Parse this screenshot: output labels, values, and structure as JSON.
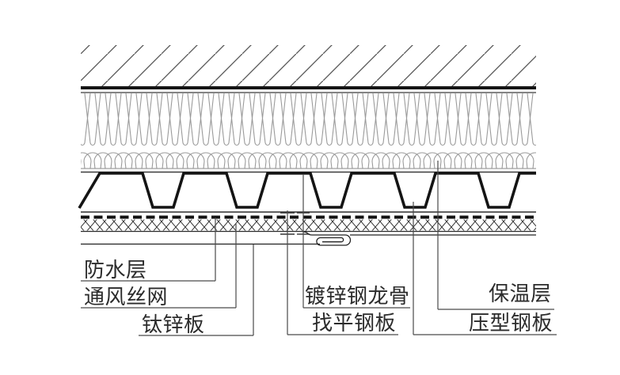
{
  "diagram": {
    "type": "construction-section-detail",
    "labels": {
      "waterproof": "防水层",
      "vent_mesh": "通风丝网",
      "zinc_panel": "钛锌板",
      "steel_keel": "镀锌钢龙骨",
      "leveling_plate": "找平钢板",
      "insulation": "保温层",
      "profiled_steel": "压型钢板"
    },
    "colors": {
      "background": "#ffffff",
      "heavy_line": "#141414",
      "thin_line": "#3a3a3a",
      "insulation_stroke": "#9a9a9a",
      "leader_line": "#4a4a4a",
      "text": "#2b2b2b"
    }
  }
}
